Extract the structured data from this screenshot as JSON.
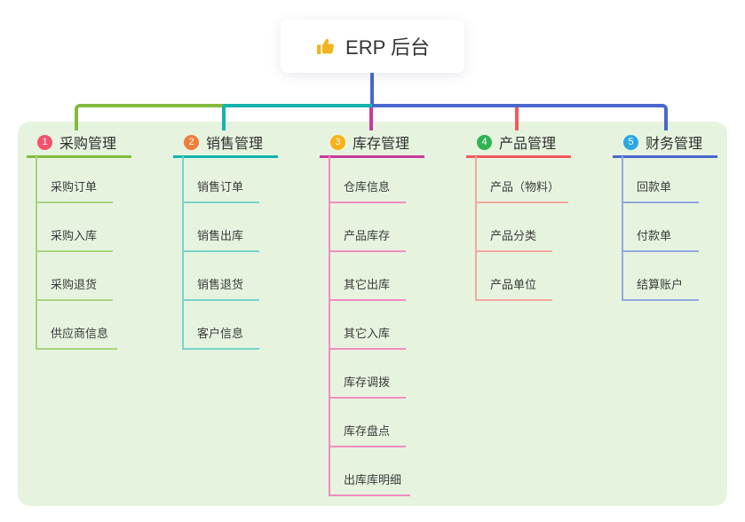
{
  "root": {
    "icon": "thumbs-up-icon",
    "title": "ERP 后台"
  },
  "branches": [
    {
      "index": "1",
      "label": "采购管理",
      "children": [
        {
          "label": "采购订单"
        },
        {
          "label": "采购入库"
        },
        {
          "label": "采购退货"
        },
        {
          "label": "供应商信息"
        }
      ]
    },
    {
      "index": "2",
      "label": "销售管理",
      "children": [
        {
          "label": "销售订单"
        },
        {
          "label": "销售出库"
        },
        {
          "label": "销售退货"
        },
        {
          "label": "客户信息"
        }
      ]
    },
    {
      "index": "3",
      "label": "库存管理",
      "children": [
        {
          "label": "仓库信息"
        },
        {
          "label": "产品库存"
        },
        {
          "label": "其它出库"
        },
        {
          "label": "其它入库"
        },
        {
          "label": "库存调拨"
        },
        {
          "label": "库存盘点"
        },
        {
          "label": "出库库明细"
        }
      ]
    },
    {
      "index": "4",
      "label": "产品管理",
      "children": [
        {
          "label": "产品（物料）"
        },
        {
          "label": "产品分类"
        },
        {
          "label": "产品单位"
        }
      ]
    },
    {
      "index": "5",
      "label": "财务管理",
      "children": [
        {
          "label": "回款单"
        },
        {
          "label": "付款单"
        },
        {
          "label": "结算账户"
        }
      ]
    }
  ],
  "palette": {
    "panel_bg": "#e6f4df",
    "root_stem_blue": "#4a67ce",
    "branch_line_colors": [
      "#82bb3f",
      "#14b3ae",
      "#c93a9e",
      "#f15b5b",
      "#4a67ce"
    ],
    "branch_child_line_colors": [
      "#a9d47e",
      "#79d2cb",
      "#f28cc1",
      "#f5a7a0",
      "#92a7e0"
    ],
    "badge_colors": [
      "#f4516c",
      "#ef7d3b",
      "#f9b115",
      "#30b352",
      "#2ba8df"
    ],
    "thumbs_up_yellow": "#f2b51d"
  }
}
